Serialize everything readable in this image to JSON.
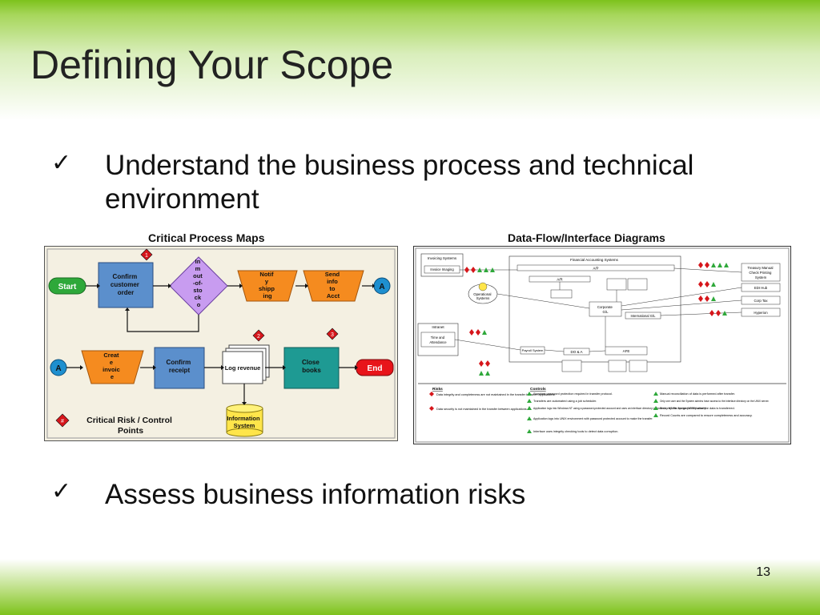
{
  "slide": {
    "title": "Defining Your Scope",
    "bullets": [
      {
        "line1": "Understand the business process and technical",
        "line2": "environment"
      },
      {
        "line1": "Assess business information risks"
      }
    ],
    "check_glyph": "✓",
    "page_number": "13"
  },
  "left_panel": {
    "caption": "Critical Process Maps",
    "start": "Start",
    "confirm_order": [
      "Confirm",
      "customer",
      "order"
    ],
    "decision": [
      "In",
      "m",
      "out",
      "-of-",
      "sto",
      "ck",
      "o"
    ],
    "notify": [
      "Notif",
      "y",
      "shipp",
      "ing"
    ],
    "send": [
      "Send",
      "info",
      "to",
      "Acct"
    ],
    "connector_a": "A",
    "create": [
      "Creat",
      "e",
      "invoic",
      "e"
    ],
    "confirm_receipt": [
      "Confirm",
      "receipt"
    ],
    "log_revenue": "Log revenue",
    "close_books": [
      "Close",
      "books"
    ],
    "end": "End",
    "info_system": [
      "Information",
      "System"
    ],
    "risk_markers": [
      "1",
      "2",
      "3"
    ],
    "legend_marker": "#",
    "legend": [
      "Critical Risk / Control",
      "Points"
    ]
  },
  "right_panel": {
    "caption": "Data-Flow/Interface Diagrams",
    "invoicing_systems": "Invoicing Systems",
    "invoice_imaging": "Invoice Imaging",
    "financial_accounting": "Financial Accounting Systems",
    "ap": "A/P",
    "ar": "A/R",
    "treasury": [
      "Treasury Manual",
      "Check Printing",
      "System"
    ],
    "edi_hub": "EDI Hub",
    "corp_tax": "Corp Tax",
    "hyperion": "Hyperion",
    "operational": [
      "Operational",
      "Systems"
    ],
    "corporate_gl": [
      "Corporate",
      "G/L"
    ],
    "international_gl": "International G/L",
    "intranet": "Intranet",
    "time_attendance": [
      "Time and",
      "Attendance"
    ],
    "payroll": "Payroll System",
    "afe": "AFE",
    "do_a": "DO & A",
    "risks_header": "Risks",
    "controls_header": "Controls",
    "risks": [
      "Data integrity and completeness are not maintained in the transfer between applications.",
      "Data security is not maintained in the transfer between applications."
    ],
    "controls": [
      "Standard password protection required in transfer protocol.",
      "Transfers are automated using a job scheduler.",
      "Application logs into Windows NT using a password-protected account and uses an interface directory protected by NT File System (NTFS) security.",
      "Application logs into UNIX environment with password protected account to make the transfer.",
      "Interface uses integrity checking tools to detect data corruption.",
      "Manual reconciliation of data is performed after transfer.",
      "Only one user and the System admins have access to the interface directory on the UNIX server.",
      "Error reports are generated after the data is transferred.",
      "Record Counts are compared to ensure completeness and accuracy."
    ]
  },
  "colors": {
    "green_band": "#7dc21c",
    "risk_red": "#d6161b",
    "control_green": "#2ea83a",
    "process_blue": "#5b8fcc",
    "orange": "#f58b1f",
    "purple": "#c89cf0",
    "teal": "#1e9a93",
    "yellow": "#ffe54a"
  }
}
